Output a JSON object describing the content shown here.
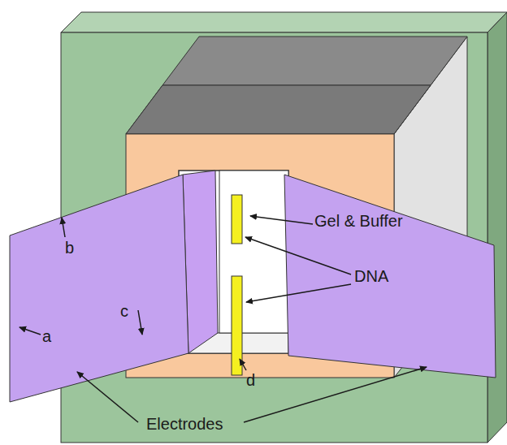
{
  "diagram": {
    "labels": [
      "a",
      "b",
      "c",
      "d",
      "Gel & Buffer",
      "DNA",
      "Electrodes"
    ]
  }
}
